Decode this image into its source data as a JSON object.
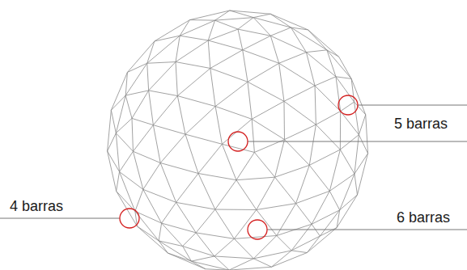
{
  "diagram": {
    "labels": [
      "5 barras",
      "4 barras",
      "6 barras"
    ]
  }
}
